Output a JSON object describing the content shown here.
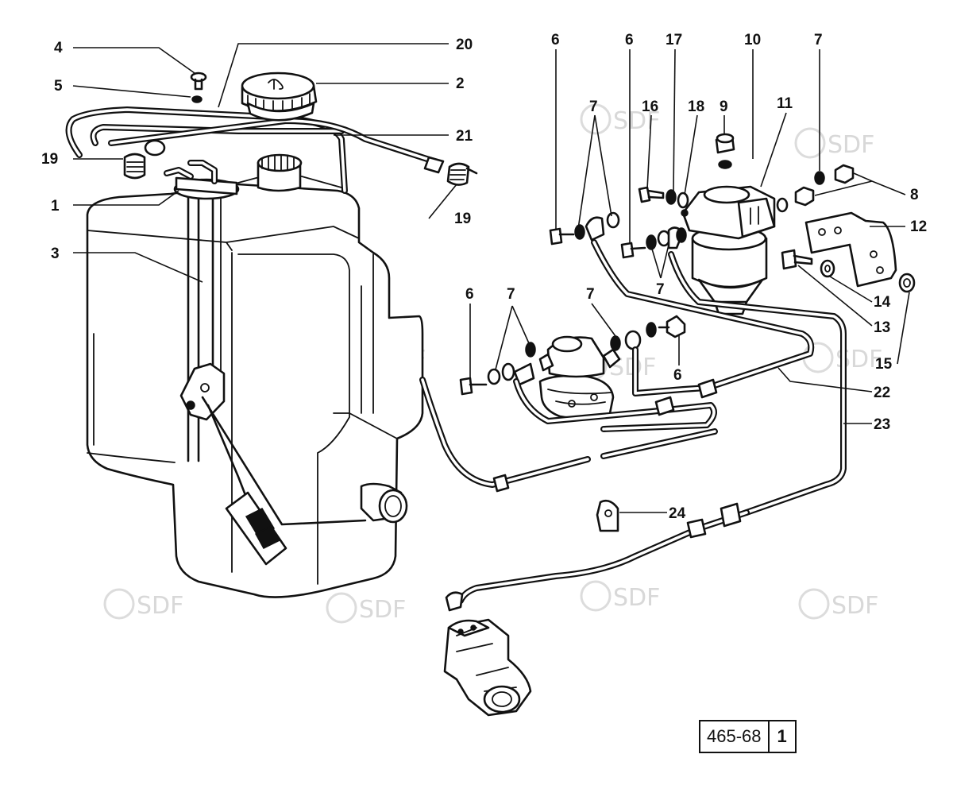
{
  "watermark": "SDF",
  "reference": {
    "code": "465-68",
    "sheet": "1"
  },
  "callouts": {
    "c1": "1",
    "c2": "2",
    "c3": "3",
    "c4": "4",
    "c5": "5",
    "c6a": "6",
    "c6b": "6",
    "c6c": "6",
    "c6d": "6",
    "c7a": "7",
    "c7b": "7",
    "c7c": "7",
    "c7d": "7",
    "c7e": "7",
    "c8": "8",
    "c9": "9",
    "c10": "10",
    "c11": "11",
    "c12": "12",
    "c13": "13",
    "c14": "14",
    "c15": "15",
    "c16": "16",
    "c17": "17",
    "c18": "18",
    "c19a": "19",
    "c19b": "19",
    "c20": "20",
    "c21": "21",
    "c22": "22",
    "c23": "23",
    "c24": "24"
  }
}
